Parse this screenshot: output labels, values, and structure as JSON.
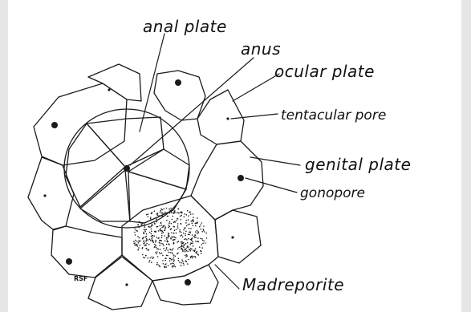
{
  "labels": {
    "anal_plate": "anal plate",
    "anus": "anus",
    "ocular_plate": "ocular plate",
    "tentacular_pore": "tentacular pore",
    "genital_plate": "genital plate",
    "gonopore": "gonopore",
    "madreporite": "Madreporite"
  },
  "signature": "RSF",
  "colors": {
    "background": "#e6e6e6",
    "paper": "#ffffff",
    "ink": "#1a1a1a"
  }
}
